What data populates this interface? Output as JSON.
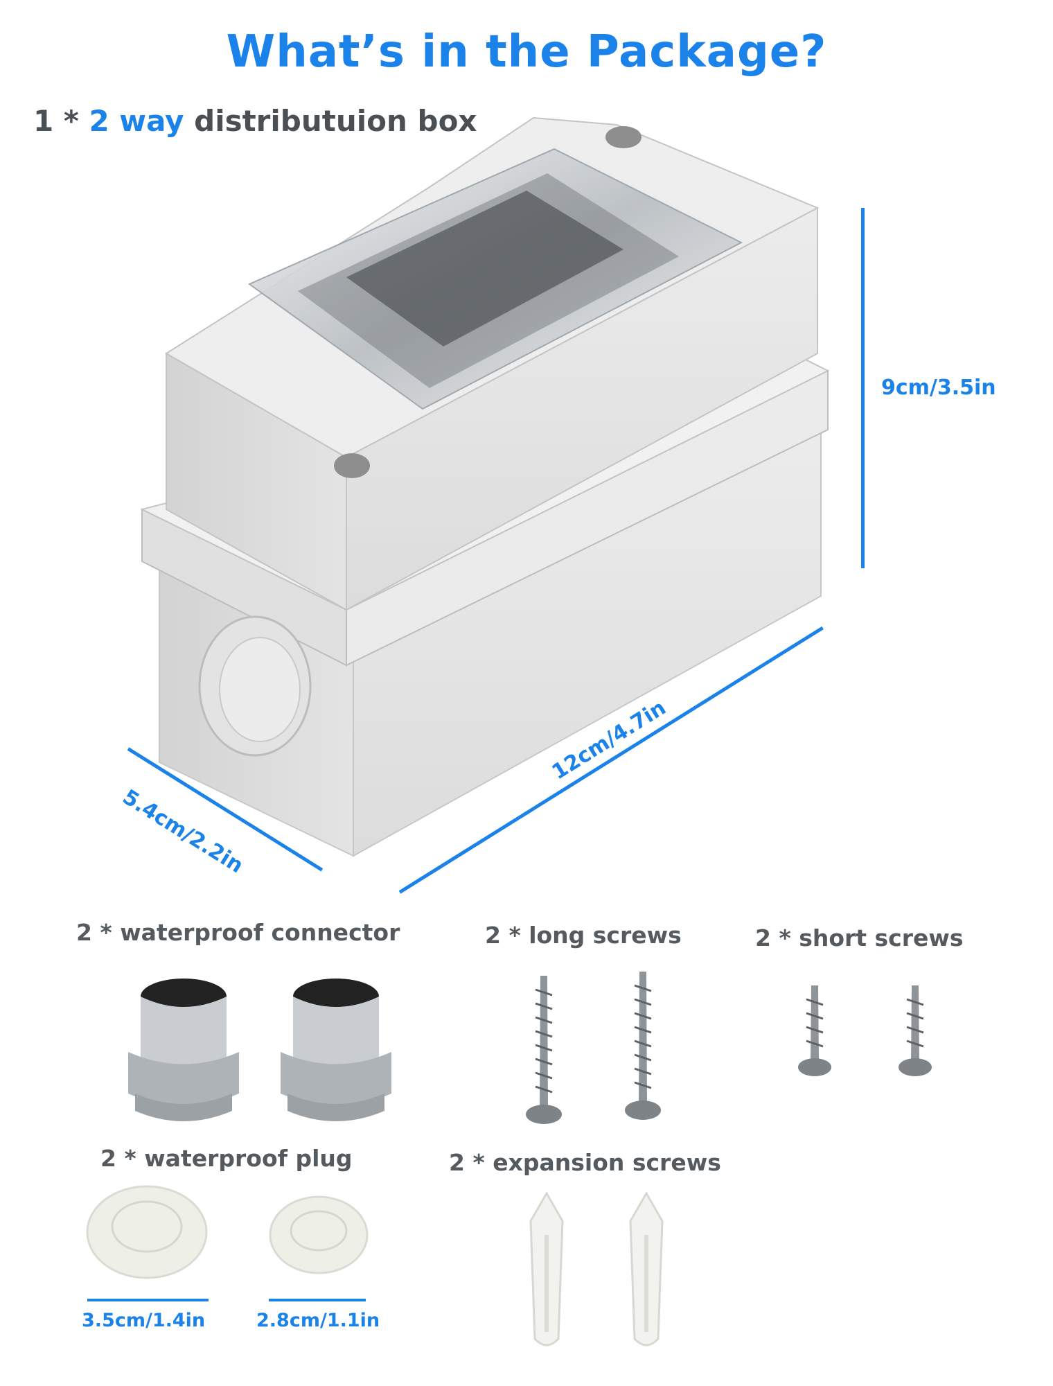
{
  "header": {
    "title": "What’s in the Package?"
  },
  "main_item": {
    "qty": "1 *",
    "highlight": "2 way",
    "name": "distributuion box"
  },
  "dimensions": {
    "height": "9cm/3.5in",
    "length": "12cm/4.7in",
    "width": "5.4cm/2.2in"
  },
  "accessories": {
    "connector": {
      "label": "2 * waterproof connector"
    },
    "long_screws": {
      "label": "2 * long screws"
    },
    "short_screws": {
      "label": "2 * short screws"
    },
    "plug": {
      "label": "2 * waterproof plug",
      "large_size": "3.5cm/1.4in",
      "small_size": "2.8cm/1.1in"
    },
    "expansion": {
      "label": "2 * expansion screws"
    }
  },
  "colors": {
    "accent": "#1a82e8",
    "text": "#555a5e",
    "product": "#e6e6e6"
  },
  "icons": [
    "distribution-box-image",
    "cable-gland-icon",
    "screw-icon",
    "plug-icon",
    "wall-anchor-icon"
  ]
}
